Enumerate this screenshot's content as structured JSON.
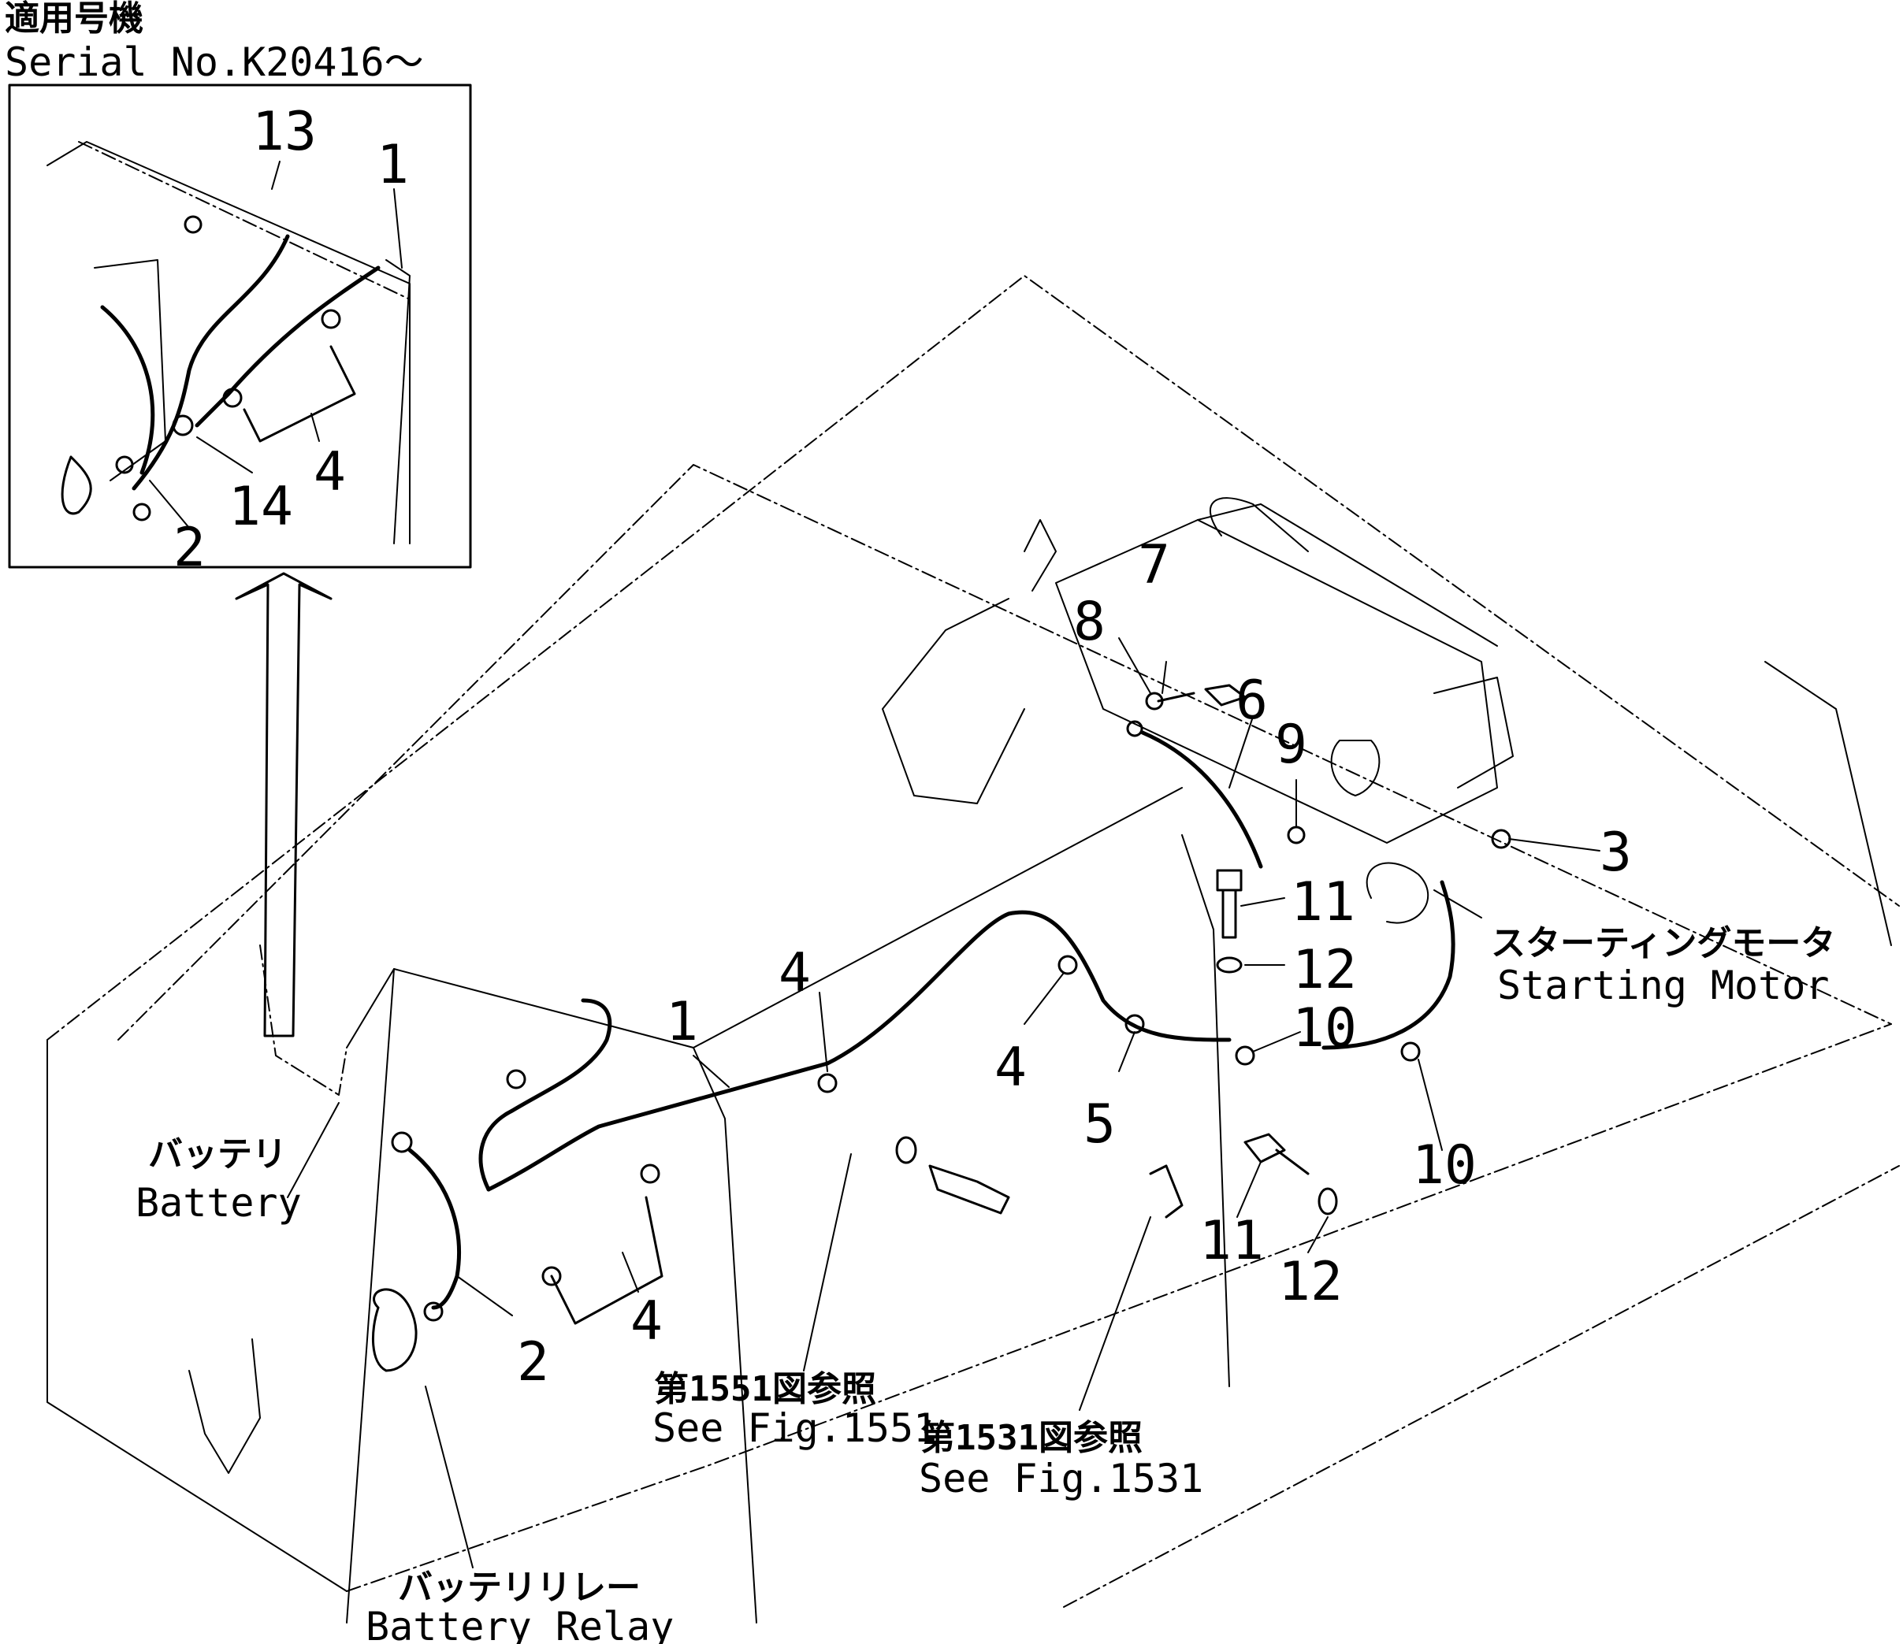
{
  "header": {
    "applicable_models": "適用号機",
    "serial": "Serial No.K20416～"
  },
  "inset_callouts": [
    "13",
    "1",
    "4",
    "14",
    "2"
  ],
  "main_callouts": [
    "7",
    "8",
    "6",
    "9",
    "3",
    "11",
    "12",
    "10",
    "4",
    "1",
    "4",
    "5",
    "10",
    "11",
    "12",
    "4",
    "2"
  ],
  "labels": {
    "battery_jp": "バッテリ",
    "battery_en": "Battery",
    "starting_motor_jp": "スターティングモータ",
    "starting_motor_en": "Starting Motor",
    "battery_relay_jp": "バッテリリレー",
    "battery_relay_en": "Battery Relay",
    "ref_1551_jp": "第1551図参照",
    "ref_1551_en": "See Fig.1551",
    "ref_1531_jp": "第1531図参照",
    "ref_1531_en": "See Fig.1531"
  }
}
